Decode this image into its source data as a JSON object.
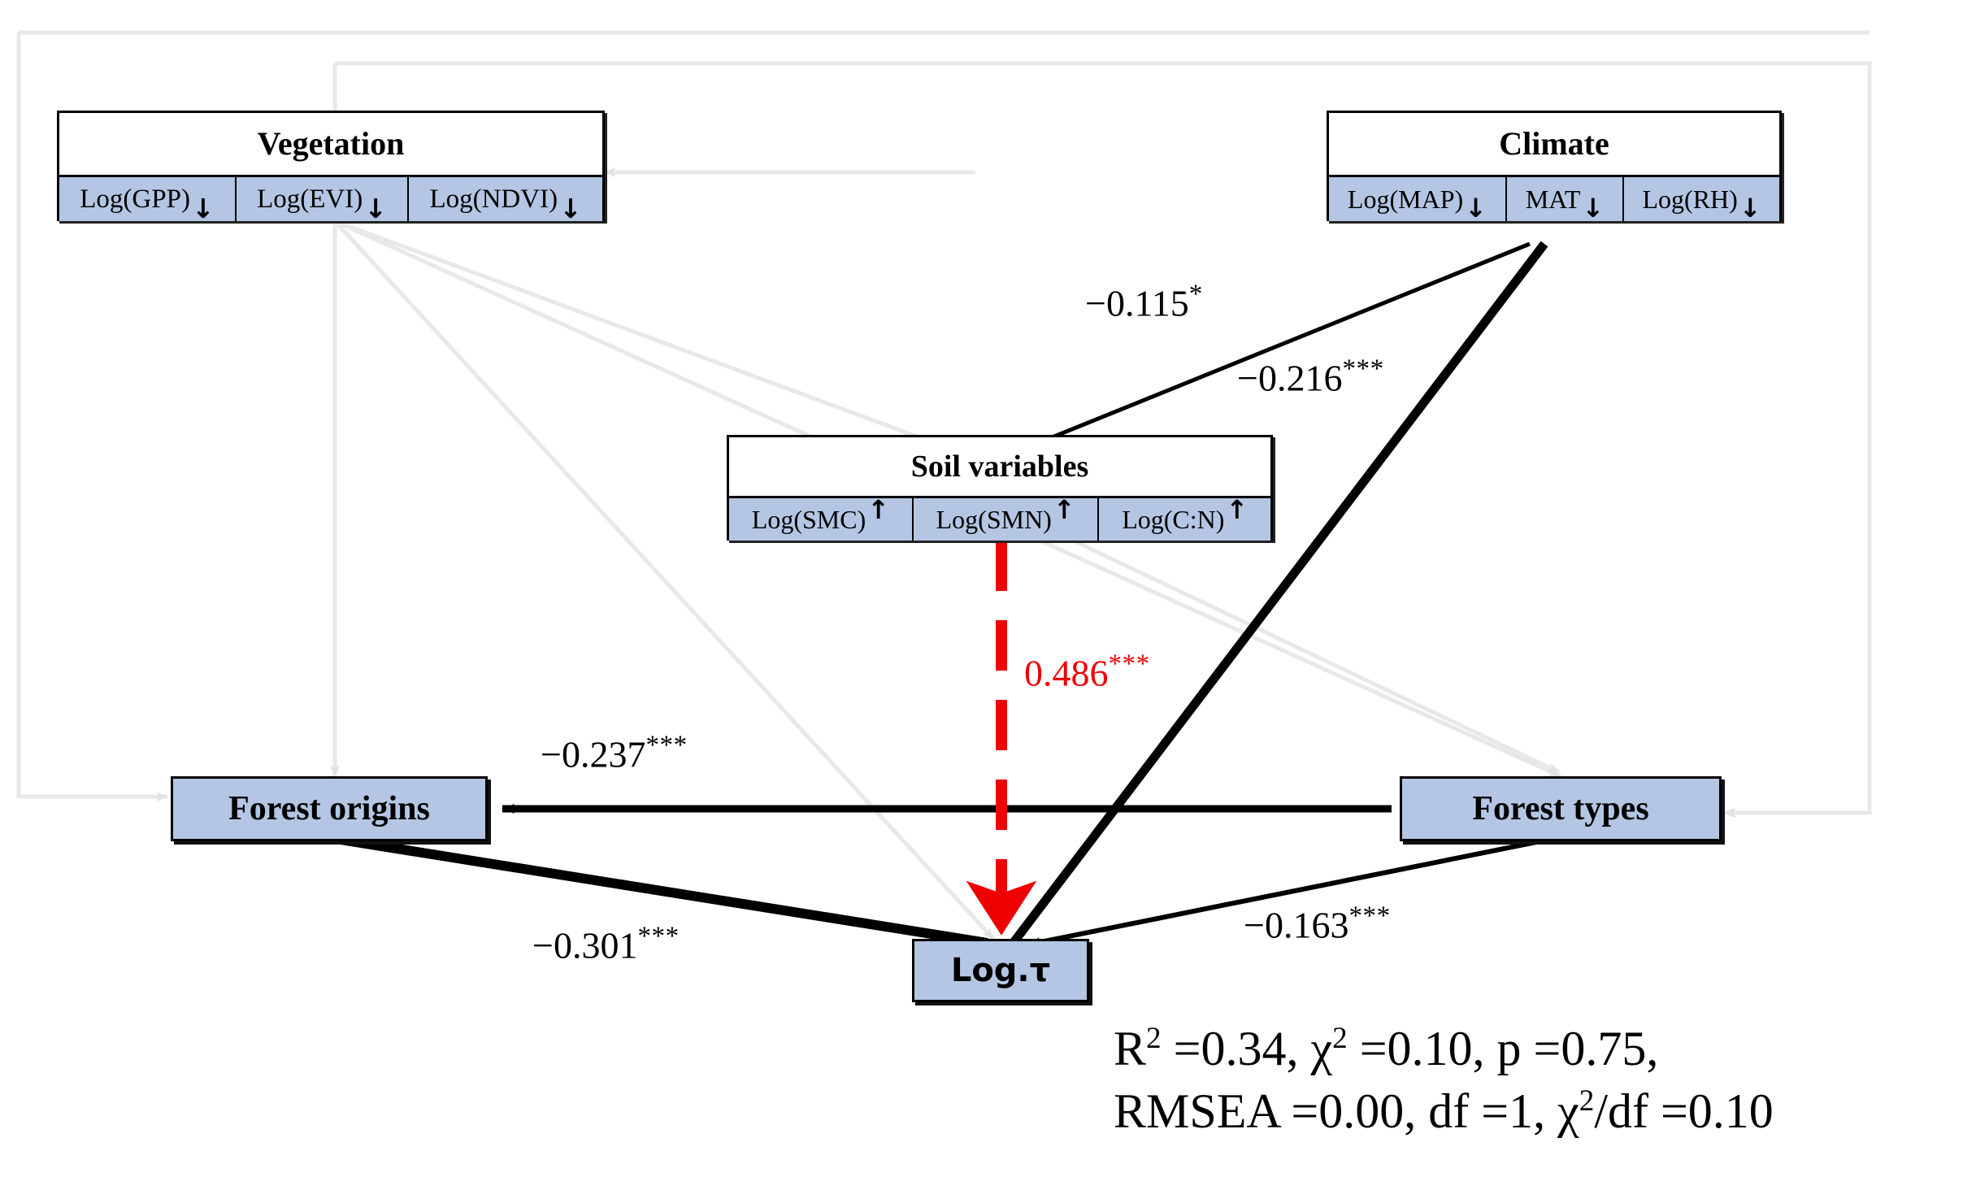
{
  "diagram": {
    "type": "structural-equation-model",
    "colors": {
      "indicator_fill": "#b4c6e3",
      "box_border": "#000000",
      "significant_positive_path": "#ee0000",
      "background_path": "#e6e6e6",
      "direct_path": "#000000"
    },
    "constructs": [
      {
        "id": "vegetation",
        "title": "Vegetation",
        "indicators": [
          {
            "label": "Log(GPP)",
            "trend": "↓"
          },
          {
            "label": "Log(EVI)",
            "trend": "↓"
          },
          {
            "label": "Log(NDVI)",
            "trend": "↓"
          }
        ]
      },
      {
        "id": "climate",
        "title": "Climate",
        "indicators": [
          {
            "label": "Log(MAP)",
            "trend": "↓"
          },
          {
            "label": "MAT",
            "trend": "↓"
          },
          {
            "label": "Log(RH)",
            "trend": "↓"
          }
        ]
      },
      {
        "id": "soil",
        "title": "Soil variables",
        "indicators": [
          {
            "label": "Log(SMC)",
            "trend": "↑"
          },
          {
            "label": "Log(SMN)",
            "trend": "↑"
          },
          {
            "label": "Log(C:N)",
            "trend": "↑"
          }
        ]
      }
    ],
    "nodes": [
      {
        "id": "forest_origins",
        "label": "Forest origins"
      },
      {
        "id": "forest_types",
        "label": "Forest types"
      },
      {
        "id": "response",
        "label": "Log.τ"
      }
    ],
    "paths": [
      {
        "id": "climate-to-soil",
        "value": "−0.115",
        "stars": "*",
        "color": "black",
        "from": "climate",
        "to": "soil"
      },
      {
        "id": "climate-to-response",
        "value": "−0.216",
        "stars": "***",
        "color": "black",
        "from": "climate",
        "to": "response"
      },
      {
        "id": "soil-to-response",
        "value": "0.486",
        "stars": "***",
        "color": "red",
        "from": "soil",
        "to": "response"
      },
      {
        "id": "forest-types-to-origins",
        "value": "−0.237",
        "stars": "***",
        "color": "black",
        "from": "forest_types",
        "to": "forest_origins"
      },
      {
        "id": "forest-origins-to-response",
        "value": "−0.301",
        "stars": "***",
        "color": "black",
        "from": "forest_origins",
        "to": "response"
      },
      {
        "id": "forest-types-to-response",
        "value": "−0.163",
        "stars": "***",
        "color": "black",
        "from": "forest_types",
        "to": "response"
      }
    ],
    "fit_statistics": {
      "line1_parts": [
        {
          "base": "R",
          "sup": "2",
          "tail": " =0.34, "
        },
        {
          "base": "χ",
          "sup": "2",
          "tail": " =0.10, p =0.75,"
        }
      ],
      "line2_parts": [
        {
          "base": "RMSEA =0.00, df =1, ",
          "sup": "",
          "tail": ""
        },
        {
          "base": "χ",
          "sup": "2",
          "tail": "/df =0.10"
        }
      ],
      "line1_plain": "R2 =0.34, χ2 =0.10, p =0.75,",
      "line2_plain": "RMSEA =0.00, df =1, χ2/df =0.10"
    }
  }
}
